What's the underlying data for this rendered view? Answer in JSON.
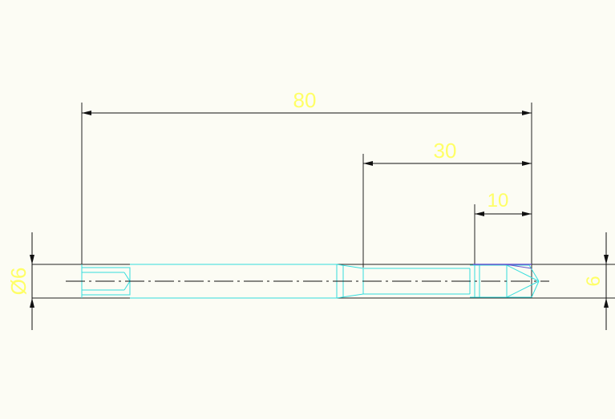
{
  "drawing": {
    "dimensions": {
      "overall_length": "80",
      "thread_section_length": "30",
      "tip_length": "10",
      "shank_diameter": "Ø6",
      "tip_size": "6"
    },
    "colors": {
      "background": "#fcfcf4",
      "dimension_lines": "#111111",
      "outline": "#33dddd",
      "center_line": "#111111",
      "text": "#ffff66",
      "tip_edge": "#6655cc"
    }
  }
}
